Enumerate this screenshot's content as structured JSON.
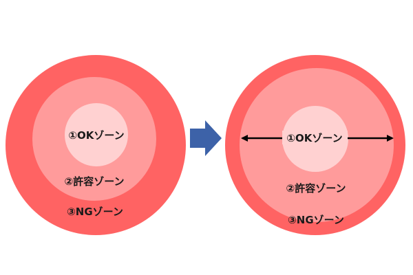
{
  "left_diagram": {
    "ok_label": "①OKゾーン",
    "tolerance_label": "②許容ゾーン",
    "ng_label": "③NGゾーン"
  },
  "right_diagram": {
    "ok_label": "①OKゾーン",
    "tolerance_label": "②許容ゾーン",
    "ng_label": "③NGゾーン"
  },
  "colors": {
    "ng_zone": "#ff6363",
    "tolerance_zone": "#ff9b9b",
    "ok_zone": "#ffd1d1",
    "transition_arrow": "#3d62a8",
    "span_arrow": "#000000",
    "label_text": "#1a1a1a"
  }
}
